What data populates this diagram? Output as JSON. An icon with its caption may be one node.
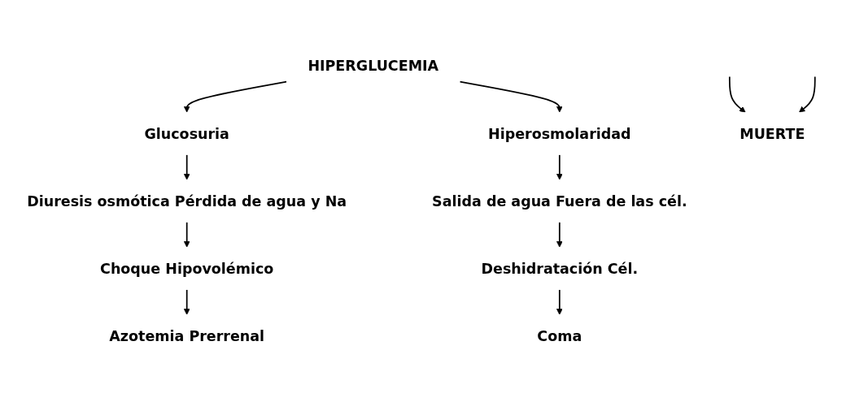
{
  "diagram": {
    "nodes": [
      {
        "text": [
          "HIPERGLUCEMIA"
        ]
      },
      {
        "text": [
          "Glucosuria"
        ]
      },
      {
        "text": [
          "Hiperosmolaridad"
        ]
      },
      {
        "text": [
          "Diuresis osmótica Pérdida de agua y Na"
        ]
      },
      {
        "text": [
          "Salida de agua Fuera de las cél."
        ]
      },
      {
        "text": [
          "Choque Hipovolémico"
        ]
      },
      {
        "text": [
          "Deshidratación Cél."
        ]
      },
      {
        "text": [
          "Azotemia Prerrenal"
        ]
      },
      {
        "text": [
          "Coma"
        ]
      },
      {
        "text": [
          "MUERTE"
        ]
      }
    ],
    "edges": [
      {
        "from": 0,
        "to": 1,
        "arrow": "to"
      },
      {
        "from": 0,
        "to": 2,
        "arrow": "to"
      },
      {
        "from": 1,
        "to": 3,
        "arrow": "to"
      },
      {
        "from": 3,
        "to": 5,
        "arrow": "to"
      },
      {
        "from": 5,
        "to": 7,
        "arrow": "to"
      },
      {
        "from": 2,
        "to": 4,
        "arrow": "to"
      },
      {
        "from": 4,
        "to": 6,
        "arrow": "to"
      },
      {
        "from": 6,
        "to": 8,
        "arrow": "to"
      },
      {
        "from": null,
        "to": 9,
        "arrow": "to"
      },
      {
        "from": null,
        "to": 9,
        "arrow": "to"
      }
    ]
  }
}
